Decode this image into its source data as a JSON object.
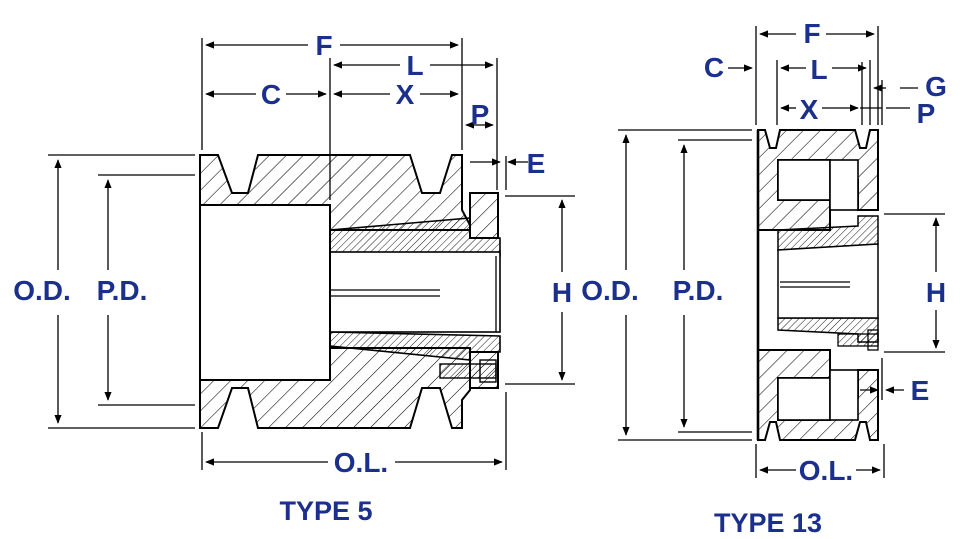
{
  "type5": {
    "caption": "TYPE 5",
    "labels": {
      "F": "F",
      "L": "L",
      "C": "C",
      "X": "X",
      "P": "P",
      "E": "E",
      "OD": "O.D.",
      "PD": "P.D.",
      "H": "H",
      "OL": "O.L."
    }
  },
  "type13": {
    "caption": "TYPE 13",
    "labels": {
      "F": "F",
      "C": "C",
      "L": "L",
      "G": "G",
      "X": "X",
      "P": "P",
      "OD": "O.D.",
      "PD": "P.D.",
      "H": "H",
      "E": "E",
      "OL": "O.L."
    }
  },
  "colors": {
    "label": "#1b2f8c",
    "line": "#000000",
    "hatch": "#000000"
  }
}
